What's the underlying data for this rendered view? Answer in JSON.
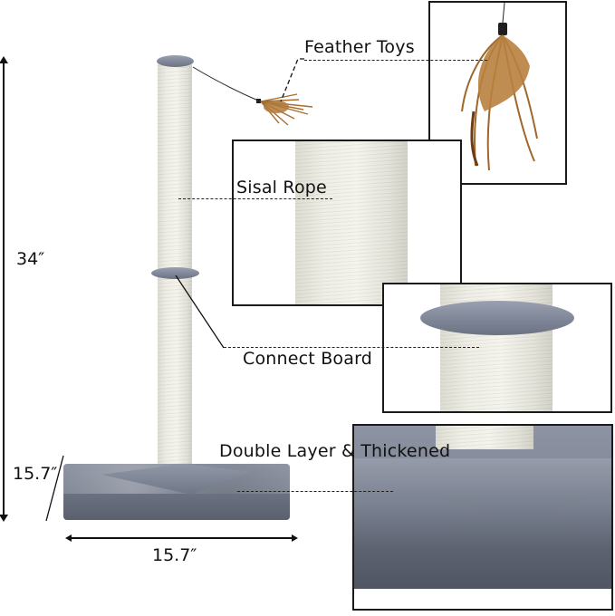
{
  "product": {
    "name": "Cat scratching post with feather toy",
    "colors": {
      "plush": "#7d8495",
      "sisal": "#efeee6",
      "feather": "#b07a3a",
      "line": "#1a1a1a"
    }
  },
  "callouts": {
    "feather": {
      "label": "Feather Toys"
    },
    "sisal": {
      "label": "Sisal Rope"
    },
    "connect": {
      "label": "Connect Board"
    },
    "base": {
      "label": "Double Layer & Thickened"
    }
  },
  "dimensions": {
    "height": "34″",
    "depth": "15.7″",
    "width": "15.7″"
  }
}
